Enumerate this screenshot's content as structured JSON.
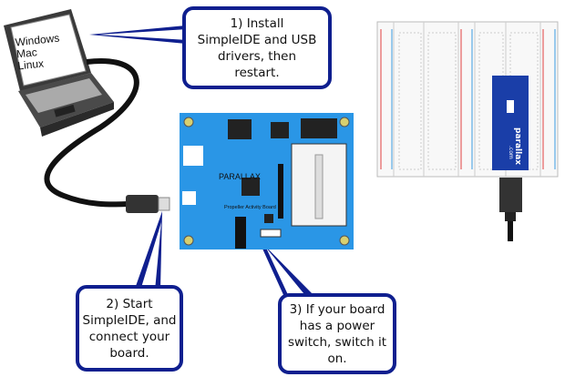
{
  "laptop": {
    "os_list": [
      "Windows",
      "Mac",
      "Linux"
    ]
  },
  "callouts": [
    {
      "step": 1,
      "text": "1) Install\nSimpleIDE and USB\ndrivers, then\nrestart."
    },
    {
      "step": 2,
      "text": "2) Start\nSimpleIDE, and\nconnect your\nboard."
    },
    {
      "step": 3,
      "text": "3) If your board\nhas a power\nswitch, switch it\non."
    }
  ],
  "activity_board": {
    "brand": "PARALLAX",
    "label": "Propeller Activity Board"
  },
  "flip_module": {
    "brand": "parallax",
    "site": ".com"
  },
  "colors": {
    "callout_border": "#0f1f8f",
    "board_blue": "#2a96e6",
    "flip_blue": "#1a3ea8",
    "rail_red": "#e04040",
    "rail_blue": "#3a9ae0"
  }
}
